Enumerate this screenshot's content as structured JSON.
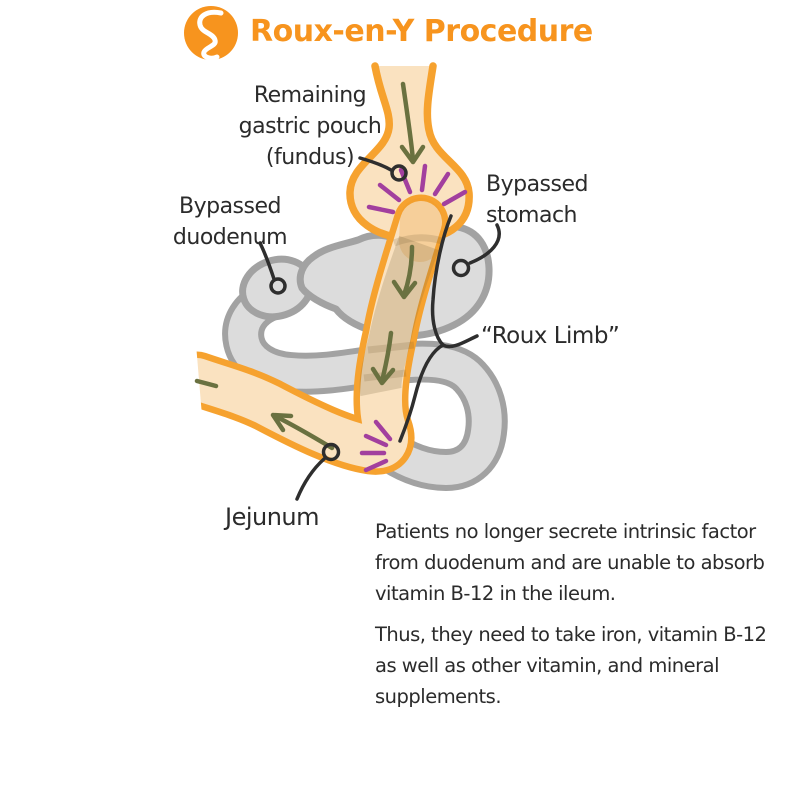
{
  "header": {
    "title": "Roux-en-Y Procedure",
    "icon": "gi-tract-icon"
  },
  "diagram": {
    "labels": {
      "remaining_pouch": "Remaining\ngastric pouch\n(fundus)",
      "bypassed_stomach": "Bypassed\nstomach",
      "bypassed_duodenum": "Bypassed\nduodenum",
      "roux_limb": "“Roux Limb”",
      "jejunum": "Jejunum"
    },
    "colors": {
      "accent_orange": "#F7941E",
      "tube_outline_orange": "#F6A22F",
      "tube_fill_peach": "#FAE2C0",
      "organ_gray_fill": "#DCDCDC",
      "organ_gray_outline": "#A2A2A2",
      "suture_purple": "#A23F9E",
      "flow_arrow_olive": "#6A7140",
      "pointer_black": "#2E2E2E",
      "text_black": "#2B2B2B"
    }
  },
  "notes": {
    "paragraph1": "Patients no longer secrete intrinsic factor\nfrom duodenum and are unable to absorb\nvitamin B-12 in the ileum.",
    "paragraph2": "Thus, they need to take iron, vitamin B-12\nas well as other vitamin, and mineral\nsupplements."
  }
}
